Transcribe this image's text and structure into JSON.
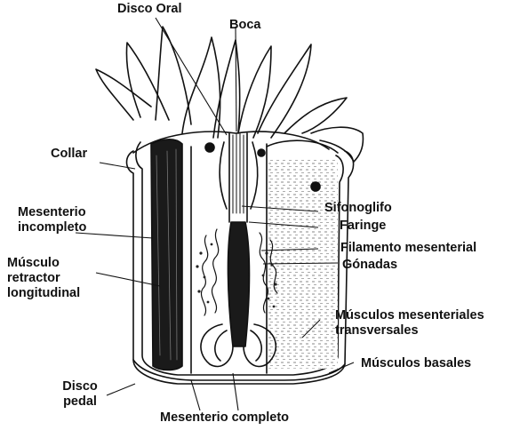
{
  "labels": {
    "disco_oral": "Disco Oral",
    "boca": "Boca",
    "collar": "Collar",
    "sifonoglifo": "Sifonoglifo",
    "faringe": "Faringe",
    "mesenterio_incompleto": [
      "Mesenterio",
      "incompleto"
    ],
    "filamento_mesenterial": "Filamento mesenterial",
    "gonadas": "Gónadas",
    "musculo_retractor": [
      "Músculo",
      "retractor",
      "longitudinal"
    ],
    "musculos_transversales": [
      "Músculos mesenteriales",
      "transversales"
    ],
    "musculos_basales": "Músculos basales",
    "disco_pedal": [
      "Disco",
      "pedal"
    ],
    "mesenterio_completo": "Mesenterio completo"
  },
  "colors": {
    "ink": "#111111",
    "paper": "#ffffff"
  }
}
